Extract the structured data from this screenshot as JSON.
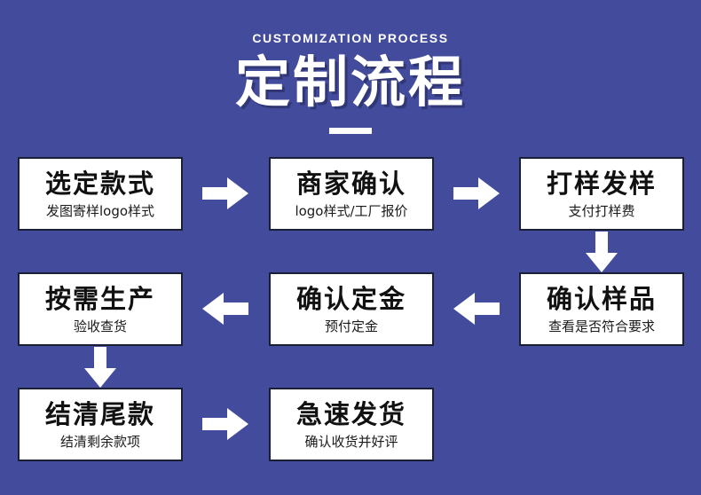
{
  "header": {
    "eyebrow": "CUSTOMIZATION PROCESS",
    "title": "定制流程",
    "colors": {
      "background": "#434b9c",
      "text": "#ffffff",
      "box_background": "#ffffff",
      "box_border": "#1b1f33",
      "arrow": "#ffffff"
    }
  },
  "steps": [
    {
      "id": "step-1",
      "title": "选定款式",
      "subtitle": "发图寄样logo样式"
    },
    {
      "id": "step-2",
      "title": "商家确认",
      "subtitle": "logo样式/工厂报价"
    },
    {
      "id": "step-3",
      "title": "打样发样",
      "subtitle": "支付打样费"
    },
    {
      "id": "step-4",
      "title": "确认样品",
      "subtitle": "查看是否符合要求"
    },
    {
      "id": "step-5",
      "title": "确认定金",
      "subtitle": "预付定金"
    },
    {
      "id": "step-6",
      "title": "按需生产",
      "subtitle": "验收查货"
    },
    {
      "id": "step-7",
      "title": "结清尾款",
      "subtitle": "结清剩余款项"
    },
    {
      "id": "step-8",
      "title": "急速发货",
      "subtitle": "确认收货并好评"
    }
  ],
  "connectors": [
    {
      "id": "arrow-1-to-2",
      "direction": "right"
    },
    {
      "id": "arrow-2-to-3",
      "direction": "right"
    },
    {
      "id": "arrow-3-to-4",
      "direction": "down"
    },
    {
      "id": "arrow-4-to-5",
      "direction": "left"
    },
    {
      "id": "arrow-5-to-6",
      "direction": "left"
    },
    {
      "id": "arrow-6-to-7",
      "direction": "down"
    },
    {
      "id": "arrow-7-to-8",
      "direction": "right"
    }
  ]
}
